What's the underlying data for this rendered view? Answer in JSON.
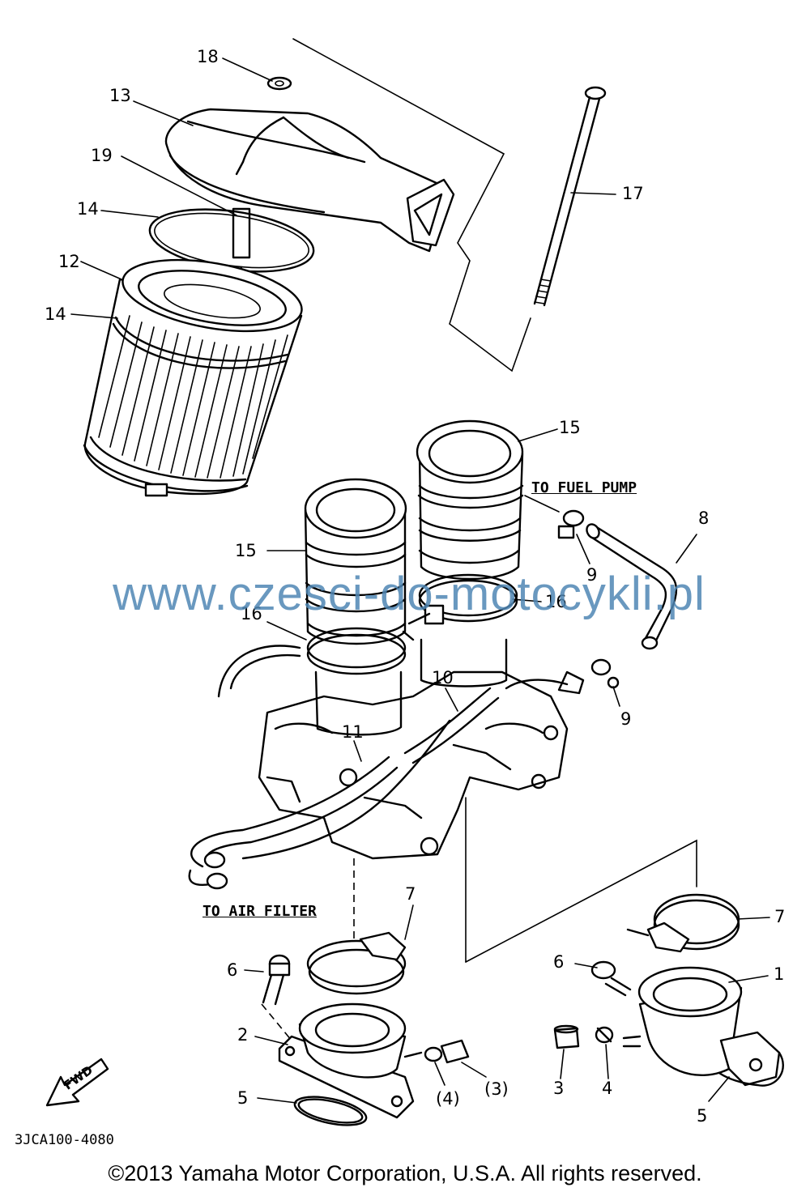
{
  "callouts": {
    "c18": "18",
    "c13": "13",
    "c19": "19",
    "c14a": "14",
    "c12": "12",
    "c14b": "14",
    "c17": "17",
    "c15a": "15",
    "c15b": "15",
    "c8": "8",
    "c9a": "9",
    "c16a": "16",
    "c16b": "16",
    "c10": "10",
    "c9b": "9",
    "c11": "11",
    "c7a": "7",
    "c7b": "7",
    "c6a": "6",
    "c6b": "6",
    "c1": "1",
    "c2": "2",
    "c4p": "(4)",
    "c3p": "(3)",
    "c3": "3",
    "c4": "4",
    "c5a": "5",
    "c5b": "5"
  },
  "notes": {
    "to_fuel_pump": "TO FUEL PUMP",
    "to_air_filter": "TO AIR FILTER"
  },
  "fwd_label": "FWD",
  "watermark": "www.czesci-do-motocykli.pl",
  "diagram_code": "3JCA100-4080",
  "copyright": "©2013 Yamaha Motor Corporation, U.S.A. All rights reserved.",
  "colors": {
    "line": "#000000",
    "watermark": "#4f87b4",
    "background": "#ffffff"
  }
}
